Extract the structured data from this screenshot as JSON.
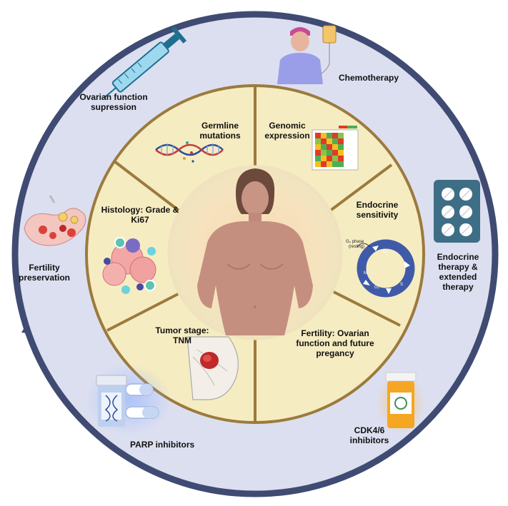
{
  "outer_ring": {
    "ovarian_suppression": "Ovarian function supression",
    "chemotherapy": "Chemotherapy",
    "endocrine_therapy": "Endocrine therapy & extended therapy",
    "cdk": "CDK4/6 inhibitors",
    "parp": "PARP inhibitors",
    "fertility_preservation": "Fertility preservation"
  },
  "segments": {
    "germline": "Germline mutations",
    "genomic": "Genomic expression",
    "endocrine_sensitivity": "Endocrine sensitivity",
    "fertility": "Fertility: Ovarian function and future pregancy",
    "tumor_stage": "Tumor stage: TNM",
    "histology": "Histology: Grade & Ki67"
  },
  "cell_cycle": {
    "g0": "G₀ phase",
    "g0_sub": "(resting)",
    "g1": "G₁",
    "s": "S",
    "g2": "G₂",
    "m": "M"
  },
  "colors": {
    "outer_fill": "#dcdff0",
    "outer_border": "#3f4b72",
    "segment_fill": "#f6ecc2",
    "segment_border": "#9c7a3d",
    "skin": "#c58f7f"
  }
}
